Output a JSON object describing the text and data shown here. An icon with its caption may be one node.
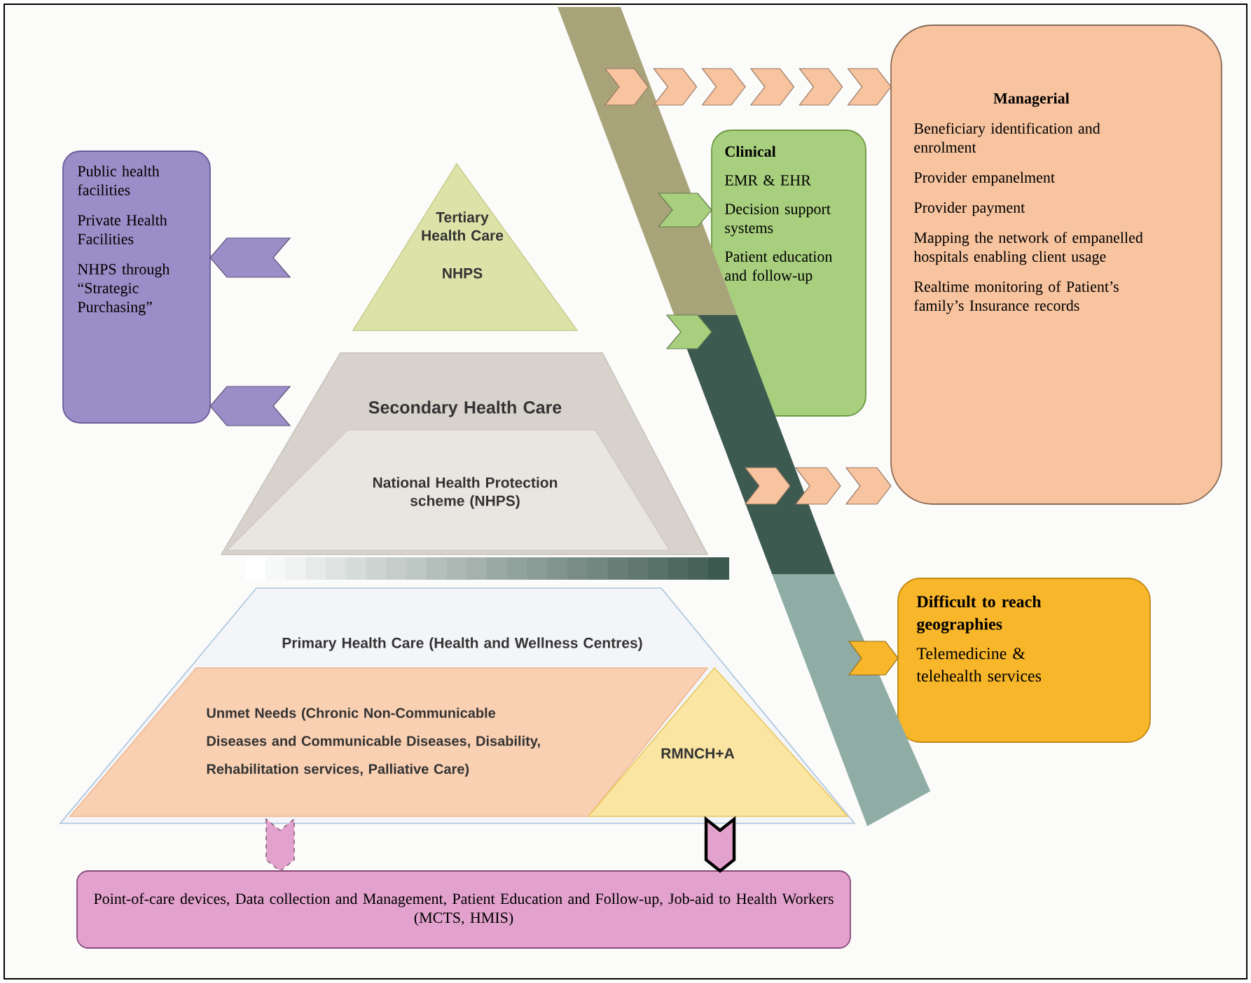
{
  "diagram": {
    "nodes": [
      {
        "text": [
          "Public health facilities",
          "Private Health Facilities",
          "NHPS through “Strategic Purchasing”"
        ]
      },
      {
        "text": [
          "Tertiary Health Care",
          "NHPS"
        ]
      },
      {
        "text": [
          "Secondary Health Care"
        ]
      },
      {
        "text": [
          "National Health Protection scheme (NHPS)"
        ],
        "in": 2
      },
      {
        "text": [
          "Primary Health Care (Health and Wellness Centres)"
        ]
      },
      {
        "text": [
          "Unmet Needs (Chronic Non-Communicable Diseases and Communicable Diseases, Disability, Rehabilitation services, Palliative Care)"
        ],
        "in": 4
      },
      {
        "text": [
          "RMNCH+A"
        ],
        "in": 4
      },
      {
        "text": [
          "Clinical",
          "EMR & EHR",
          "Decision support systems",
          "Patient education and follow-up"
        ]
      },
      {
        "text": [
          "Managerial",
          "Beneficiary identification and enrolment",
          "Provider empanelment",
          "Provider payment",
          "Mapping the network of empanelled hospitals enabling client usage",
          "Realtime monitoring of Patient’s family’s Insurance records"
        ]
      },
      {
        "text": [
          "Difficult to reach geographies",
          "Telemedicine & telehealth services"
        ]
      },
      {
        "text": [
          "Point-of-care devices, Data collection and Management, Patient Education and Follow-up, Job-aid to Health Workers (MCTS, HMIS)"
        ]
      }
    ],
    "edges": [
      {
        "from": null,
        "to": 8,
        "arrow": "to",
        "color": "#f8c4a0"
      },
      {
        "from": 1,
        "to": 0,
        "arrow": "to",
        "color": "#9b8dc7"
      },
      {
        "from": null,
        "to": 7,
        "arrow": "to",
        "color": "#a8cf7e"
      },
      {
        "from": null,
        "to": 7,
        "arrow": "to",
        "color": "#a8cf7e"
      },
      {
        "from": 2,
        "to": 0,
        "arrow": "to",
        "color": "#9b8dc7"
      },
      {
        "from": null,
        "to": 8,
        "arrow": "to",
        "color": "#f8c4a0"
      },
      {
        "from": null,
        "to": 9,
        "arrow": "to",
        "color": "#f8b62a"
      },
      {
        "from": 5,
        "to": 10,
        "arrow": "to",
        "color": "#e3a2cd",
        "style": "dashed"
      },
      {
        "from": 6,
        "to": 10,
        "arrow": "to",
        "color": "#e3a2cd",
        "style": "thick"
      }
    ]
  }
}
